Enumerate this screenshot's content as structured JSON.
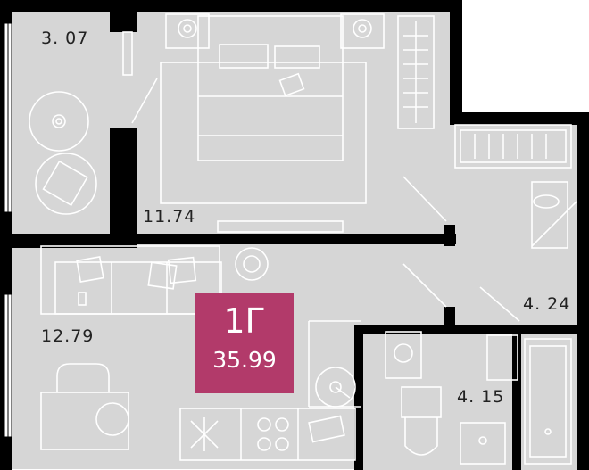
{
  "apartment": {
    "type": "1Г",
    "total_area": "35.99",
    "badge_color": "#b23a6a"
  },
  "colors": {
    "floor": "#d6d6d6",
    "wall": "#000000",
    "furniture_stroke": "#ffffff"
  },
  "rooms": [
    {
      "id": "balcony",
      "area": "3. 07"
    },
    {
      "id": "bedroom",
      "area": "11.74"
    },
    {
      "id": "living-kitchen",
      "area": "12.79"
    },
    {
      "id": "hallway",
      "area": "4. 24"
    },
    {
      "id": "bathroom",
      "area": "4. 15"
    }
  ]
}
